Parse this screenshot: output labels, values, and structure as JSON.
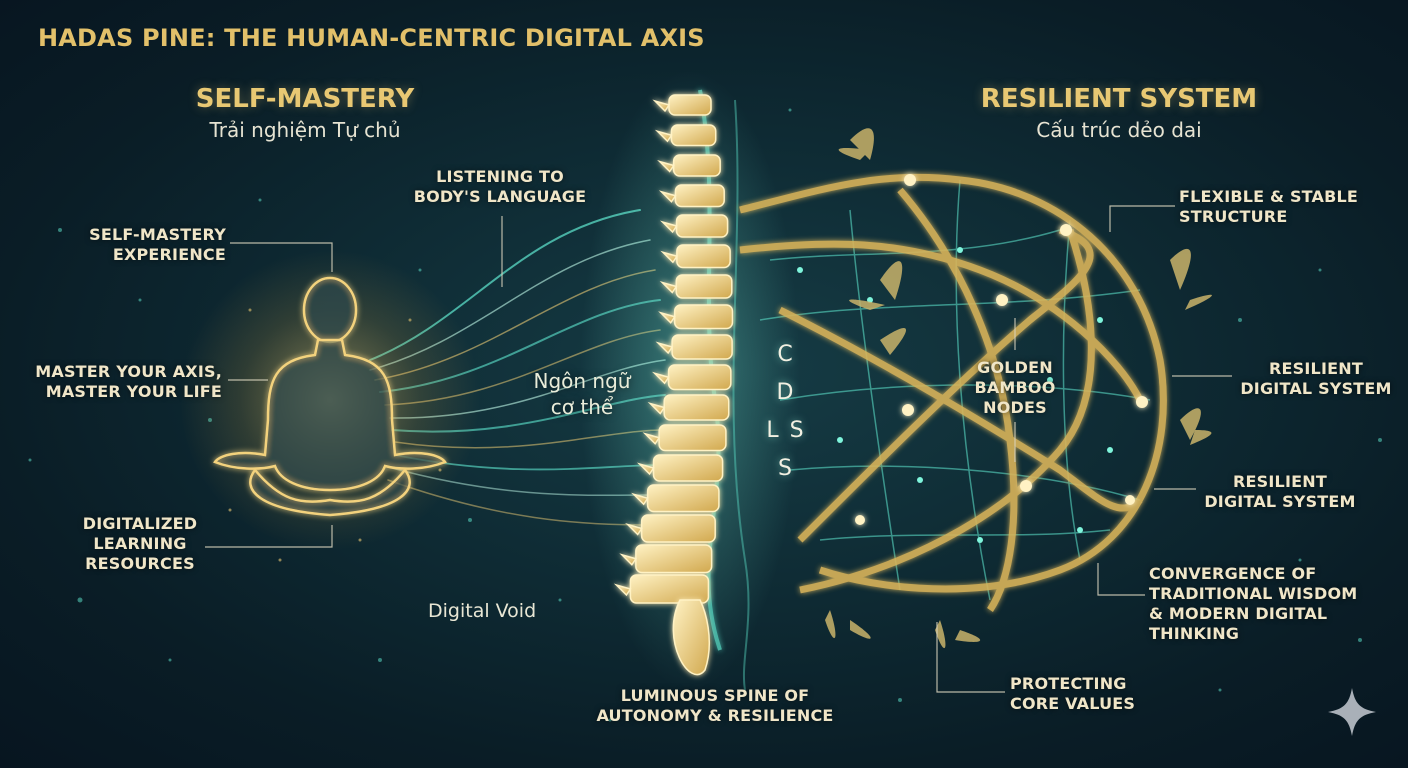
{
  "title": "HADAS PINE: THE HUMAN-CENTRIC DIGITAL AXIS",
  "left_section": {
    "heading": "SELF-MASTERY",
    "subheading": "Trải nghiệm Tự chủ",
    "labels": {
      "experience": [
        "SELF-MASTERY",
        "EXPERIENCE"
      ],
      "axis": [
        "MASTER YOUR AXIS,",
        "MASTER YOUR LIFE"
      ],
      "resources": [
        "DIGITALIZED",
        "LEARNING",
        "RESOURCES"
      ]
    },
    "void_label": "Digital Void"
  },
  "center_section": {
    "listening": [
      "LISTENING TO",
      "BODY'S LANGUAGE"
    ],
    "body_language": [
      "Ngôn ngữ",
      "cơ thể"
    ],
    "spine_letters": [
      "C D",
      "L S",
      "S"
    ],
    "spine_caption": [
      "LUMINOUS SPINE OF",
      "AUTONOMY & RESILIENCE"
    ]
  },
  "right_section": {
    "heading": "RESILIENT SYSTEM",
    "subheading": "Cấu trúc dẻo dai",
    "labels": {
      "flexible": [
        "FLEXIBLE & STABLE",
        "STRUCTURE"
      ],
      "bamboo": [
        "GOLDEN",
        "BAMBOO",
        "NODES"
      ],
      "resilient_1": [
        "RESILIENT",
        "DIGITAL SYSTEM"
      ],
      "resilient_2": [
        "RESILIENT",
        "DIGITAL SYSTEM"
      ],
      "convergence": [
        "CONVERGENCE OF",
        "TRADITIONAL WISDOM",
        "& MODERN DIGITAL",
        "THINKING"
      ],
      "protecting": [
        "PROTECTING",
        "CORE VALUES"
      ]
    }
  },
  "colors": {
    "gold": "#e8c873",
    "cyan": "#5fe8d0",
    "bg_dark": "#0a1d26",
    "label_text": "#f0e6c8"
  },
  "icons": [
    "meditating-figure-icon",
    "spine-icon",
    "bamboo-sphere-icon",
    "bamboo-leaf-icon",
    "sparkle-icon"
  ]
}
